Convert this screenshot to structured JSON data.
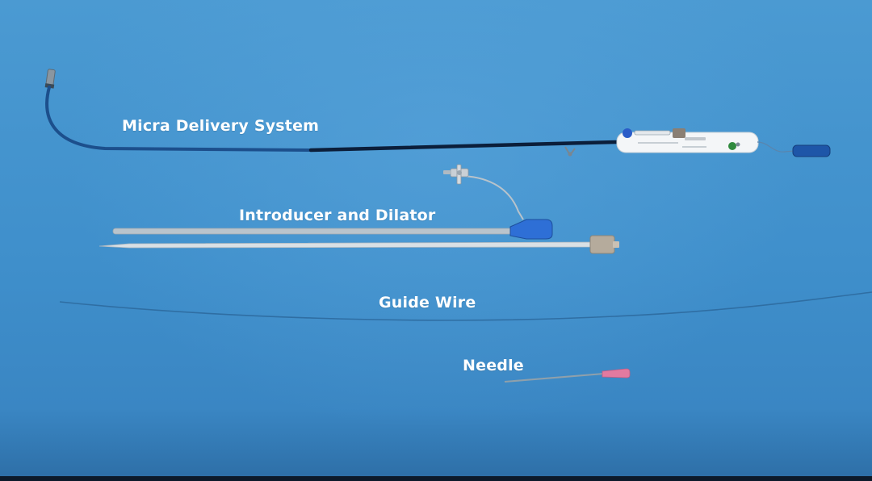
{
  "scene": {
    "background_color": "#3f8fcb",
    "labels": {
      "micra_delivery_system": "Micra Delivery System",
      "introducer_and_dilator": "Introducer and Dilator",
      "guide_wire": "Guide Wire",
      "needle": "Needle"
    },
    "colors": {
      "catheter_shaft": "#0b1e3a",
      "catheter_tip": "#1c4f8c",
      "handle_body": "#f4f6f8",
      "introducer_hub": "#2e6fd6",
      "introducer_sheath": "#b9c4cc",
      "dilator": "#d9e0e5",
      "dilator_cap": "#b5ab9c",
      "guide_wire": "#2f6ea3",
      "needle_shaft": "#8fa0ab",
      "needle_hub": "#e27aa0"
    }
  }
}
